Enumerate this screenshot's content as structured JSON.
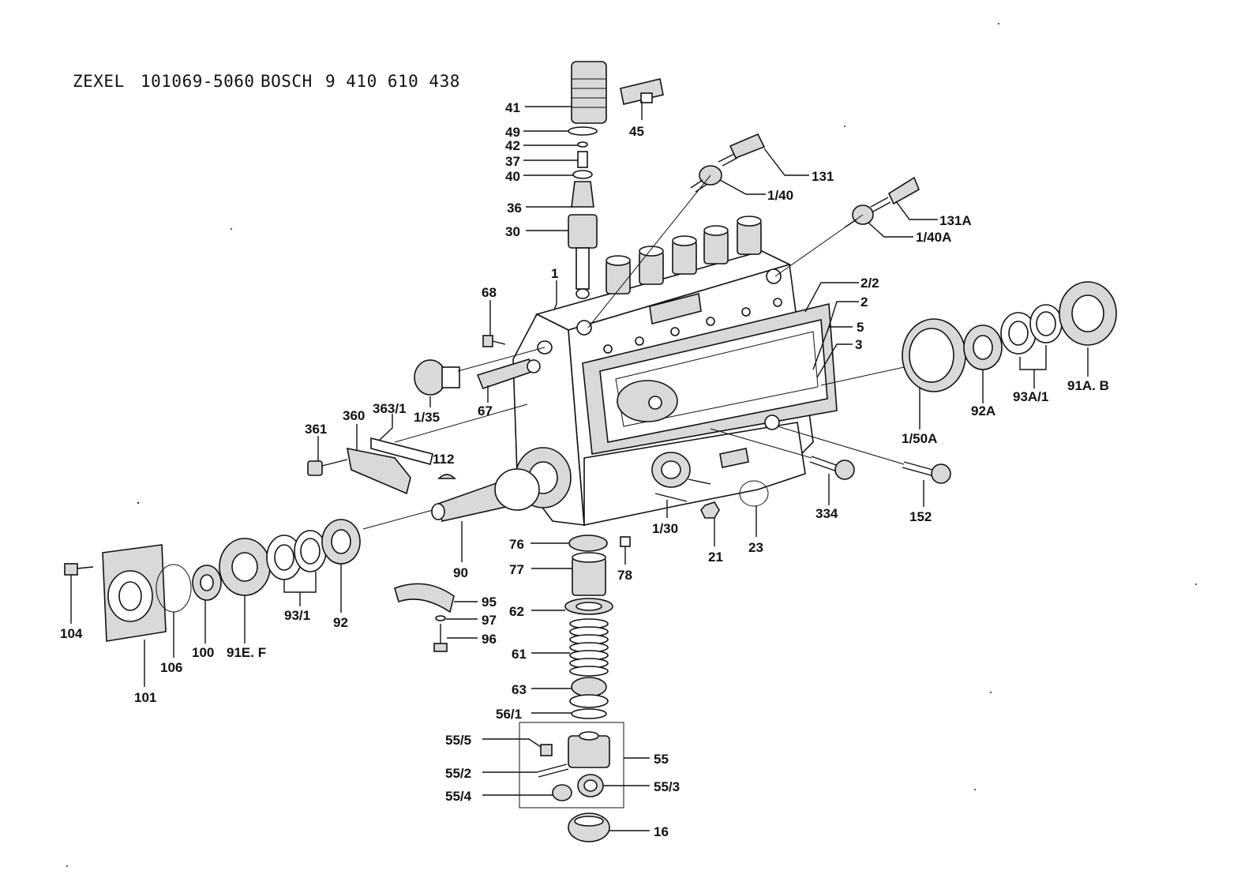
{
  "header": {
    "brand1": "ZEXEL",
    "part1": "101069-5060",
    "brand2": "BOSCH",
    "part2": "9 410 610 438"
  },
  "labels": {
    "l41": "41",
    "l45": "45",
    "l49": "49",
    "l42": "42",
    "l37": "37",
    "l40": "40",
    "l36": "36",
    "l30": "30",
    "l131": "131",
    "l1_40": "1/40",
    "l131A": "131A",
    "l1_40A": "1/40A",
    "l1": "1",
    "l68": "68",
    "l2_2": "2/2",
    "l2": "2",
    "l5": "5",
    "l3": "3",
    "l91AB": "91A. B",
    "l93A_1": "93A/1",
    "l92A": "92A",
    "l1_50A": "1/50A",
    "l1_35": "1/35",
    "l67": "67",
    "l363_1": "363/1",
    "l360": "360",
    "l361": "361",
    "l112": "112",
    "l334": "334",
    "l152": "152",
    "l1_30": "1/30",
    "l21": "21",
    "l23": "23",
    "l76": "76",
    "l78": "78",
    "l77": "77",
    "l90": "90",
    "l62": "62",
    "l95": "95",
    "l97": "97",
    "l96": "96",
    "l61": "61",
    "l63": "63",
    "l56_1": "56/1",
    "l55_5": "55/5",
    "l55": "55",
    "l55_2": "55/2",
    "l55_3": "55/3",
    "l55_4": "55/4",
    "l16": "16",
    "l104": "104",
    "l101": "101",
    "l106": "106",
    "l100": "100",
    "l91EF": "91E. F",
    "l93_1": "93/1",
    "l92": "92"
  }
}
